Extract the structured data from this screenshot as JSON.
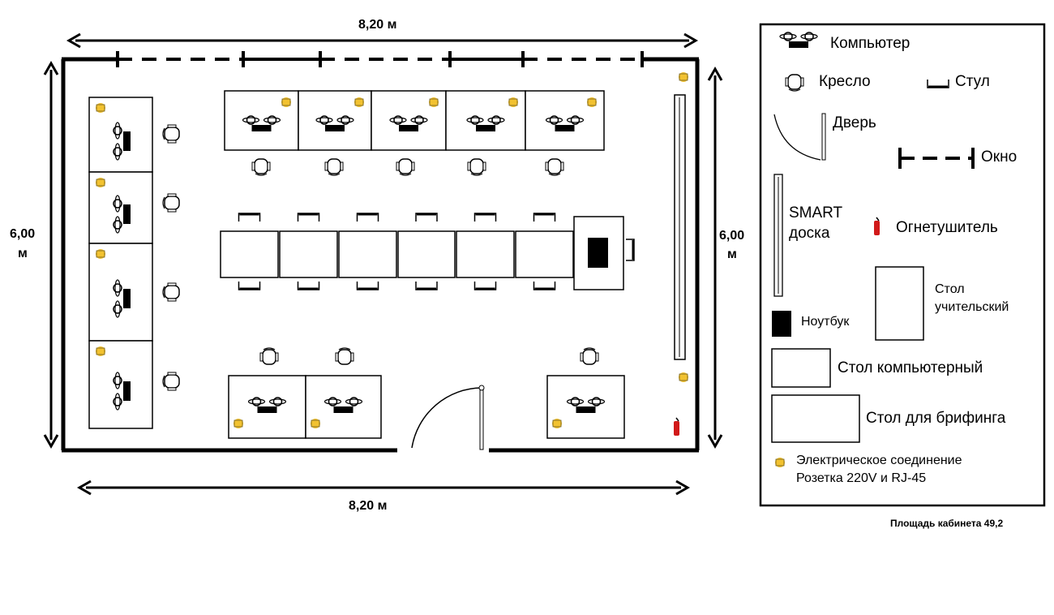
{
  "dimensions": {
    "top": "8,20 м",
    "bottom": "8,20 м",
    "left_value": "6,00",
    "left_unit": "м",
    "right_value": "6,00",
    "right_unit": "м"
  },
  "legend": {
    "computer": "Компьютер",
    "armchair": "Кресло",
    "chair": "Стул",
    "door": "Дверь",
    "window": "Окно",
    "smart_board_1": "SMART",
    "smart_board_2": "доска",
    "extinguisher": "Огнетушитель",
    "teacher_desk_1": "Стол",
    "teacher_desk_2": "учительский",
    "laptop": "Ноутбук",
    "computer_desk": "Стол компьютерный",
    "briefing_table": "Стол для брифинга",
    "outlet_1": "Электрическое соединение",
    "outlet_2": "Розетка 220V и RJ-45"
  },
  "footer": {
    "area": "Площадь кабинета 49,2"
  },
  "colors": {
    "outlet": "#f2c230",
    "extinguisher": "#d11a1a",
    "line": "#000000"
  }
}
